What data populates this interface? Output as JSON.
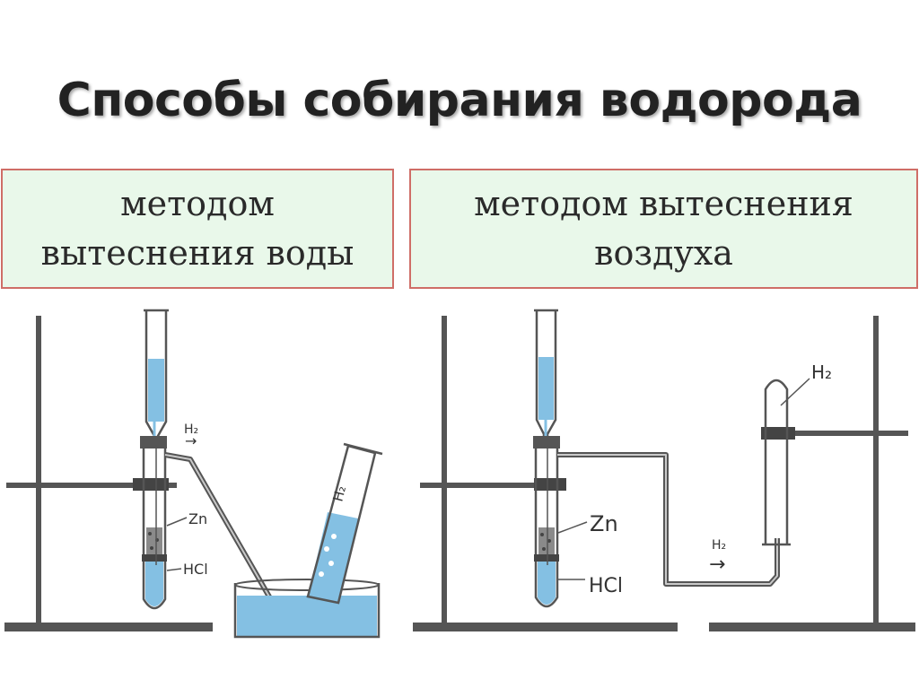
{
  "title": "Способы собирания водорода",
  "methods": [
    {
      "line1": "методом",
      "line2": "вытеснения воды"
    },
    {
      "line1": "методом вытеснения",
      "line2": "воздуха"
    }
  ],
  "left_apparatus": {
    "gas_label": "H₂",
    "arrow": "→",
    "zinc_label": "Zn",
    "acid_label": "HCl",
    "collected_gas_label": "H₂"
  },
  "right_apparatus": {
    "gas_label": "H₂",
    "arrow": "→",
    "zinc_label": "Zn",
    "acid_label": "HCl",
    "collected_gas_label": "H₂"
  },
  "colors": {
    "water": "#84c0e3",
    "frame": "#555555",
    "box_fill": "#e9f8ea",
    "box_border": "#cf6e67"
  }
}
